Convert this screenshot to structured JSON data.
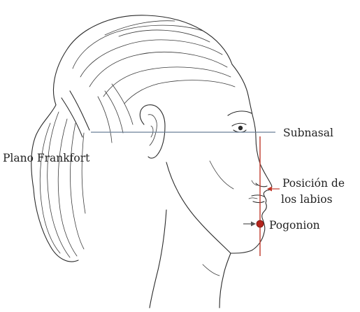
{
  "labels": {
    "subnasal": "Subnasal",
    "plano_frankfort": "Plano Frankfort",
    "posicion_line1": "Posición de",
    "posicion_line2": "los labios",
    "pogonion": "Pogonion"
  },
  "colors": {
    "ink": "#2a2a2a",
    "reference_line": "#c0392b",
    "pogonion_point": "#b5241c",
    "frankfort_line": "#6a7f96"
  }
}
